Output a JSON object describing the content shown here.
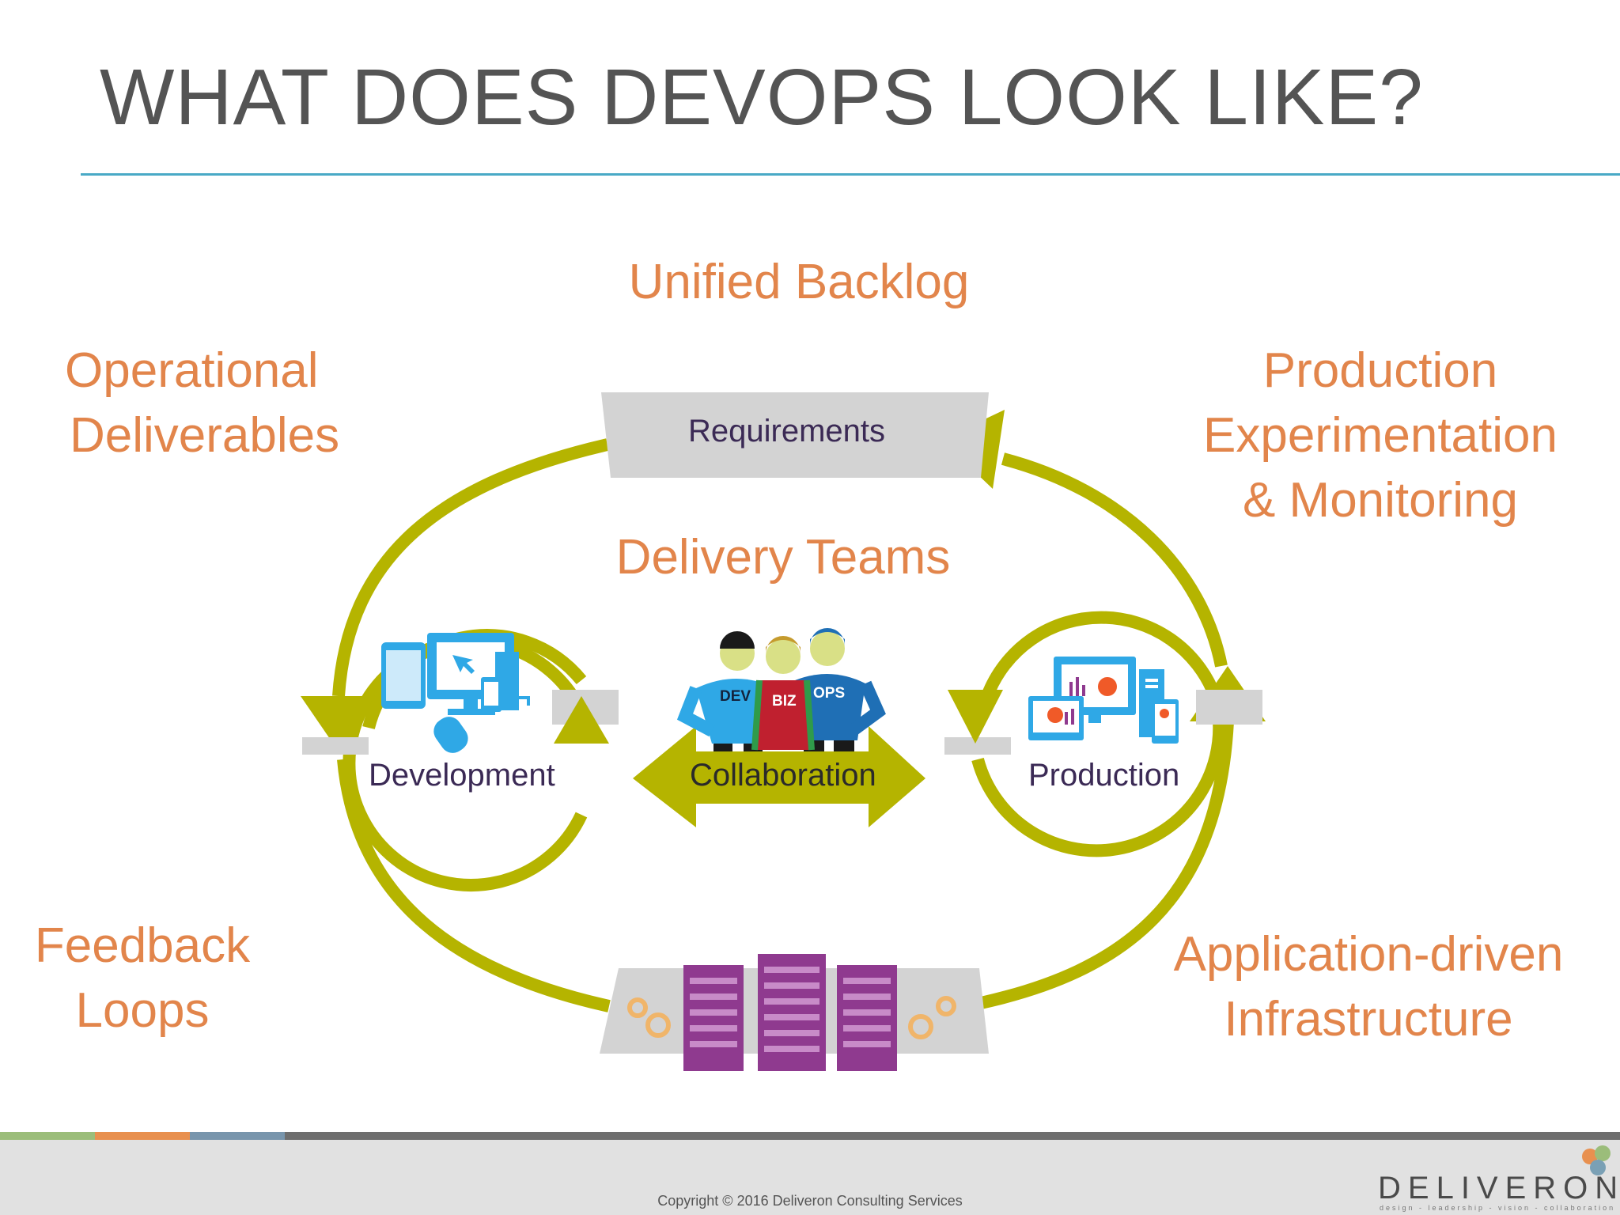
{
  "slide": {
    "title": "WHAT DOES DEVOPS LOOK LIKE?",
    "copyright": "Copyright © 2016 Deliveron Consulting Services",
    "logo_text": "DELIVERON",
    "logo_tagline": "design - leadership - vision - collaboration"
  },
  "labels": {
    "unified_backlog": "Unified Backlog",
    "operational_1": "Operational",
    "operational_2": "Deliverables",
    "prod_exp_1": "Production",
    "prod_exp_2": "Experimentation",
    "prod_exp_3": "& Monitoring",
    "delivery_teams": "Delivery Teams",
    "feedback_1": "Feedback",
    "feedback_2": "Loops",
    "app_infra_1": "Application-driven",
    "app_infra_2": "Infrastructure"
  },
  "diagram": {
    "requirements": "Requirements",
    "development": "Development",
    "production": "Production",
    "collaboration": "Collaboration",
    "badge_dev": "DEV",
    "badge_biz": "BIZ",
    "badge_ops": "OPS"
  },
  "colors": {
    "accent_olive": "#b5b400",
    "label_orange": "#e2854b",
    "title_gray": "#545454",
    "rule_blue": "#49a9c6",
    "server_purple": "#8f3a8f",
    "device_blue": "#2fa8e6"
  }
}
